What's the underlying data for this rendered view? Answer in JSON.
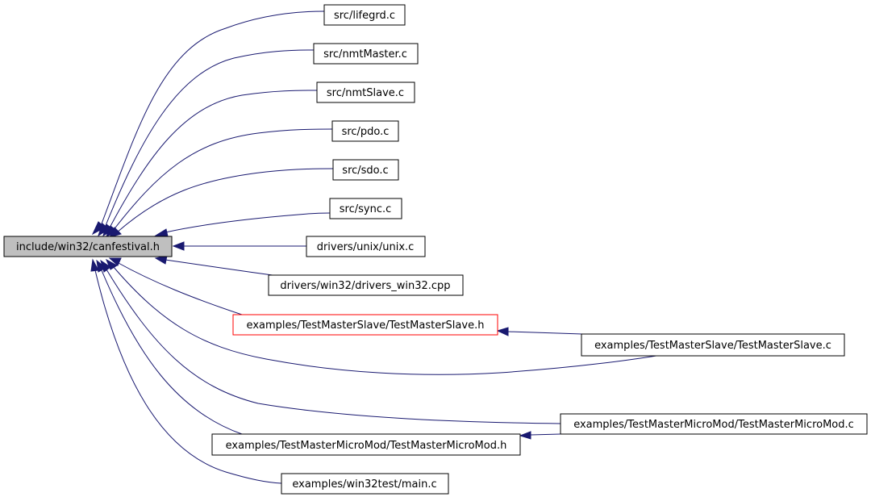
{
  "graph": {
    "edge_color": "#191970",
    "nodes": {
      "canfestival_h": "include/win32/canfestival.h",
      "lifegrd_c": "src/lifegrd.c",
      "nmtMaster_c": "src/nmtMaster.c",
      "nmtSlave_c": "src/nmtSlave.c",
      "pdo_c": "src/pdo.c",
      "sdo_c": "src/sdo.c",
      "sync_c": "src/sync.c",
      "unix_c": "drivers/unix/unix.c",
      "drivers_win32_cpp": "drivers/win32/drivers_win32.cpp",
      "TestMasterSlave_h": "examples/TestMasterSlave/TestMasterSlave.h",
      "TestMasterSlave_c": "examples/TestMasterSlave/TestMasterSlave.c",
      "TestMasterMicroMod_c": "examples/TestMasterMicroMod/TestMasterMicroMod.c",
      "TestMasterMicroMod_h": "examples/TestMasterMicroMod/TestMasterMicroMod.h",
      "win32test_main_c": "examples/win32test/main.c"
    }
  }
}
